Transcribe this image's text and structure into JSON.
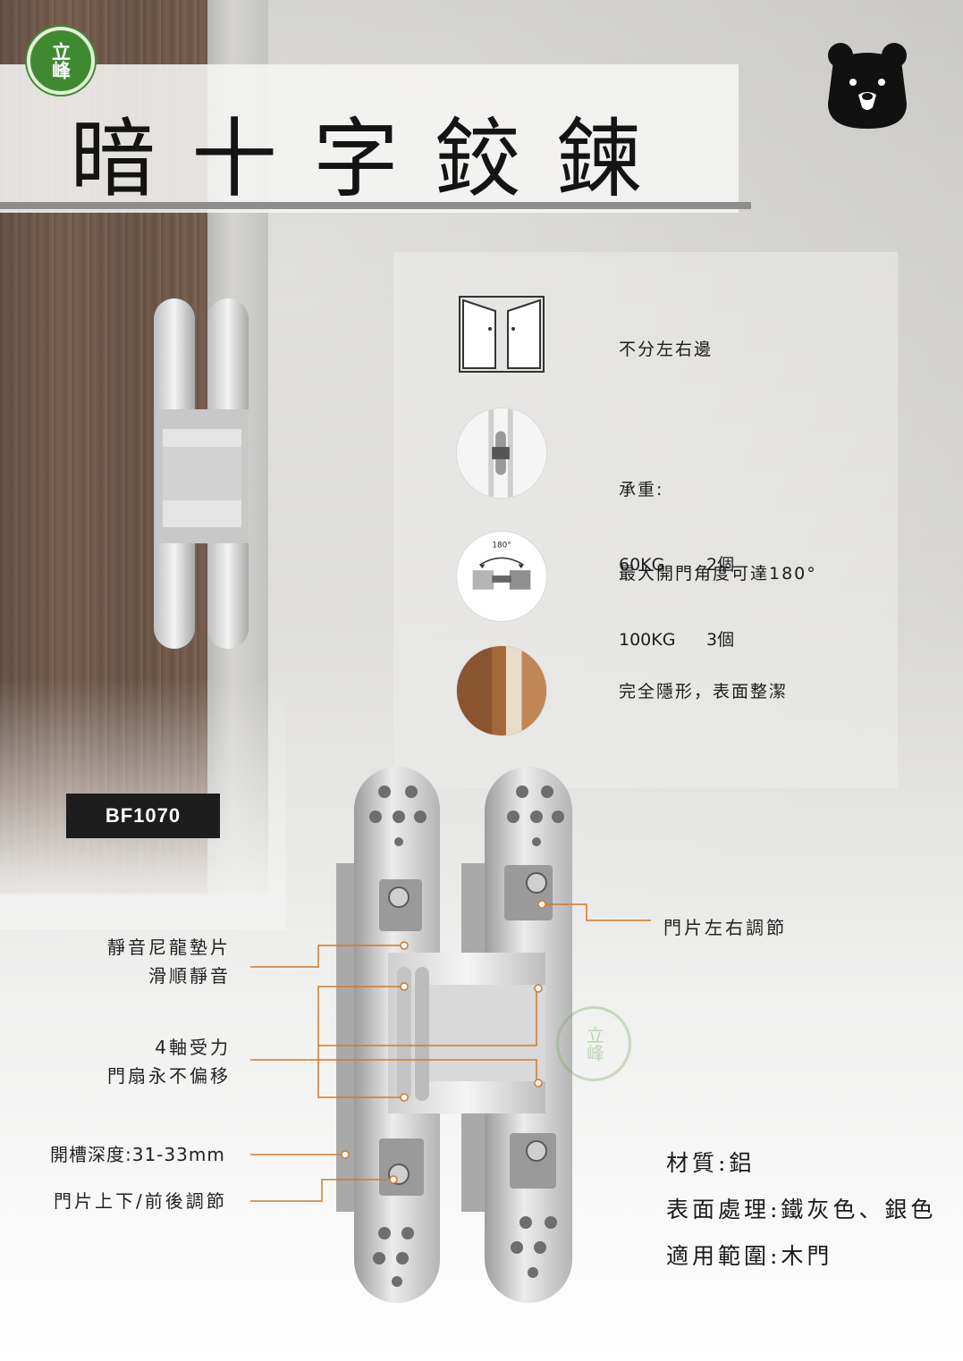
{
  "brand": {
    "logo_text": "立峰",
    "accent": "#3f8a31"
  },
  "header": {
    "title": "暗十字鉸鍊"
  },
  "product": {
    "model": "BF1070"
  },
  "features": [
    {
      "icon": "double-door-icon",
      "text": "不分左右邊"
    },
    {
      "icon": "hinge-on-door-icon",
      "heading": "承重:",
      "rows": [
        {
          "weight": "60KG",
          "qty": "2個"
        },
        {
          "weight": "100KG",
          "qty": "3個"
        }
      ]
    },
    {
      "icon": "opening-angle-icon",
      "icon_label": "180°",
      "text": "最大開門角度可達180°"
    },
    {
      "icon": "invisible-door-icon",
      "text": "完全隱形，表面整潔"
    }
  ],
  "callouts": {
    "nylon_pad": "靜音尼龍墊片\n滑順靜音",
    "four_axis": "4軸受力\n門扇永不偏移",
    "slot_depth": "開槽深度:31-33mm",
    "vertical_adjust": "門片上下/前後調節",
    "lateral_adjust": "門片左右調節",
    "leader_color": "#d07a2a"
  },
  "specs": [
    "材質:鋁",
    "表面處理:鐵灰色、銀色",
    "適用範圍:木門"
  ]
}
